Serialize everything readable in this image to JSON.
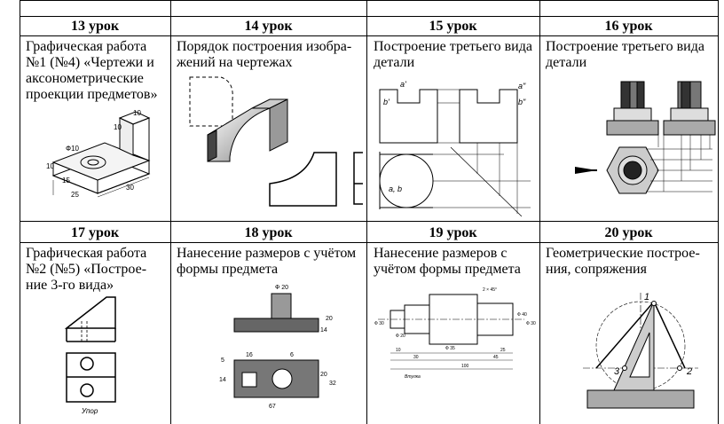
{
  "headers": [
    "13 урок",
    "14 урок",
    "15 урок",
    "16 урок",
    "17 урок",
    "18 урок",
    "19 урок",
    "20 урок"
  ],
  "cells": [
    "Графическая работа №1 (№4) «Чертежи и аксонометрические проекции предметов»",
    "Порядок построения изображений на чертежах",
    "Построение третьего вида детали",
    "Построение третьего вида детали",
    "Графическая работа №2 (№5) «Построение 3-го вида»",
    "Нанесение размеров с учётом формы предмета",
    "Нанесение размеров с учётом формы предмета",
    "Геометрические построения, сопряжения"
  ],
  "cells_lines": [
    [
      "Графическая работа",
      "№1 (№4) «Чертежи и",
      "аксонометрические",
      "проекции предметов»"
    ],
    [
      "Порядок построения изобра-",
      "жений на чертежах"
    ],
    [
      "Построение третьего вида",
      "детали"
    ],
    [
      "Построение третьего вида",
      "детали"
    ],
    [
      "Графическая работа",
      "№2 (№5) «Построе-",
      "ние 3-го вида»"
    ],
    [
      "Нанесение размеров с учётом",
      "формы предмета"
    ],
    [
      "Нанесение размеров с",
      "учётом формы предмета"
    ],
    [
      "Геометрические построе-",
      "ния, сопряжения"
    ]
  ],
  "figure_labels": {
    "dims13": [
      "10",
      "10",
      "Ф10",
      "10",
      "15",
      "30",
      "25"
    ],
    "labels15": [
      "a'",
      "b'",
      "a\"",
      "b\"",
      "a, b"
    ],
    "label17": "Упор",
    "dims18": [
      "Ф 20",
      "20",
      "14",
      "5",
      "14",
      "16",
      "6",
      "20",
      "32",
      "67"
    ],
    "dims19": [
      "2 × 45°",
      "Ф 30",
      "Ф 20",
      "Ф 40",
      "Ф 30",
      "10",
      "30",
      "25",
      "45",
      "100",
      "Ф 35"
    ],
    "label19": "Втулка",
    "labels20": [
      "1",
      "2",
      "3"
    ]
  }
}
